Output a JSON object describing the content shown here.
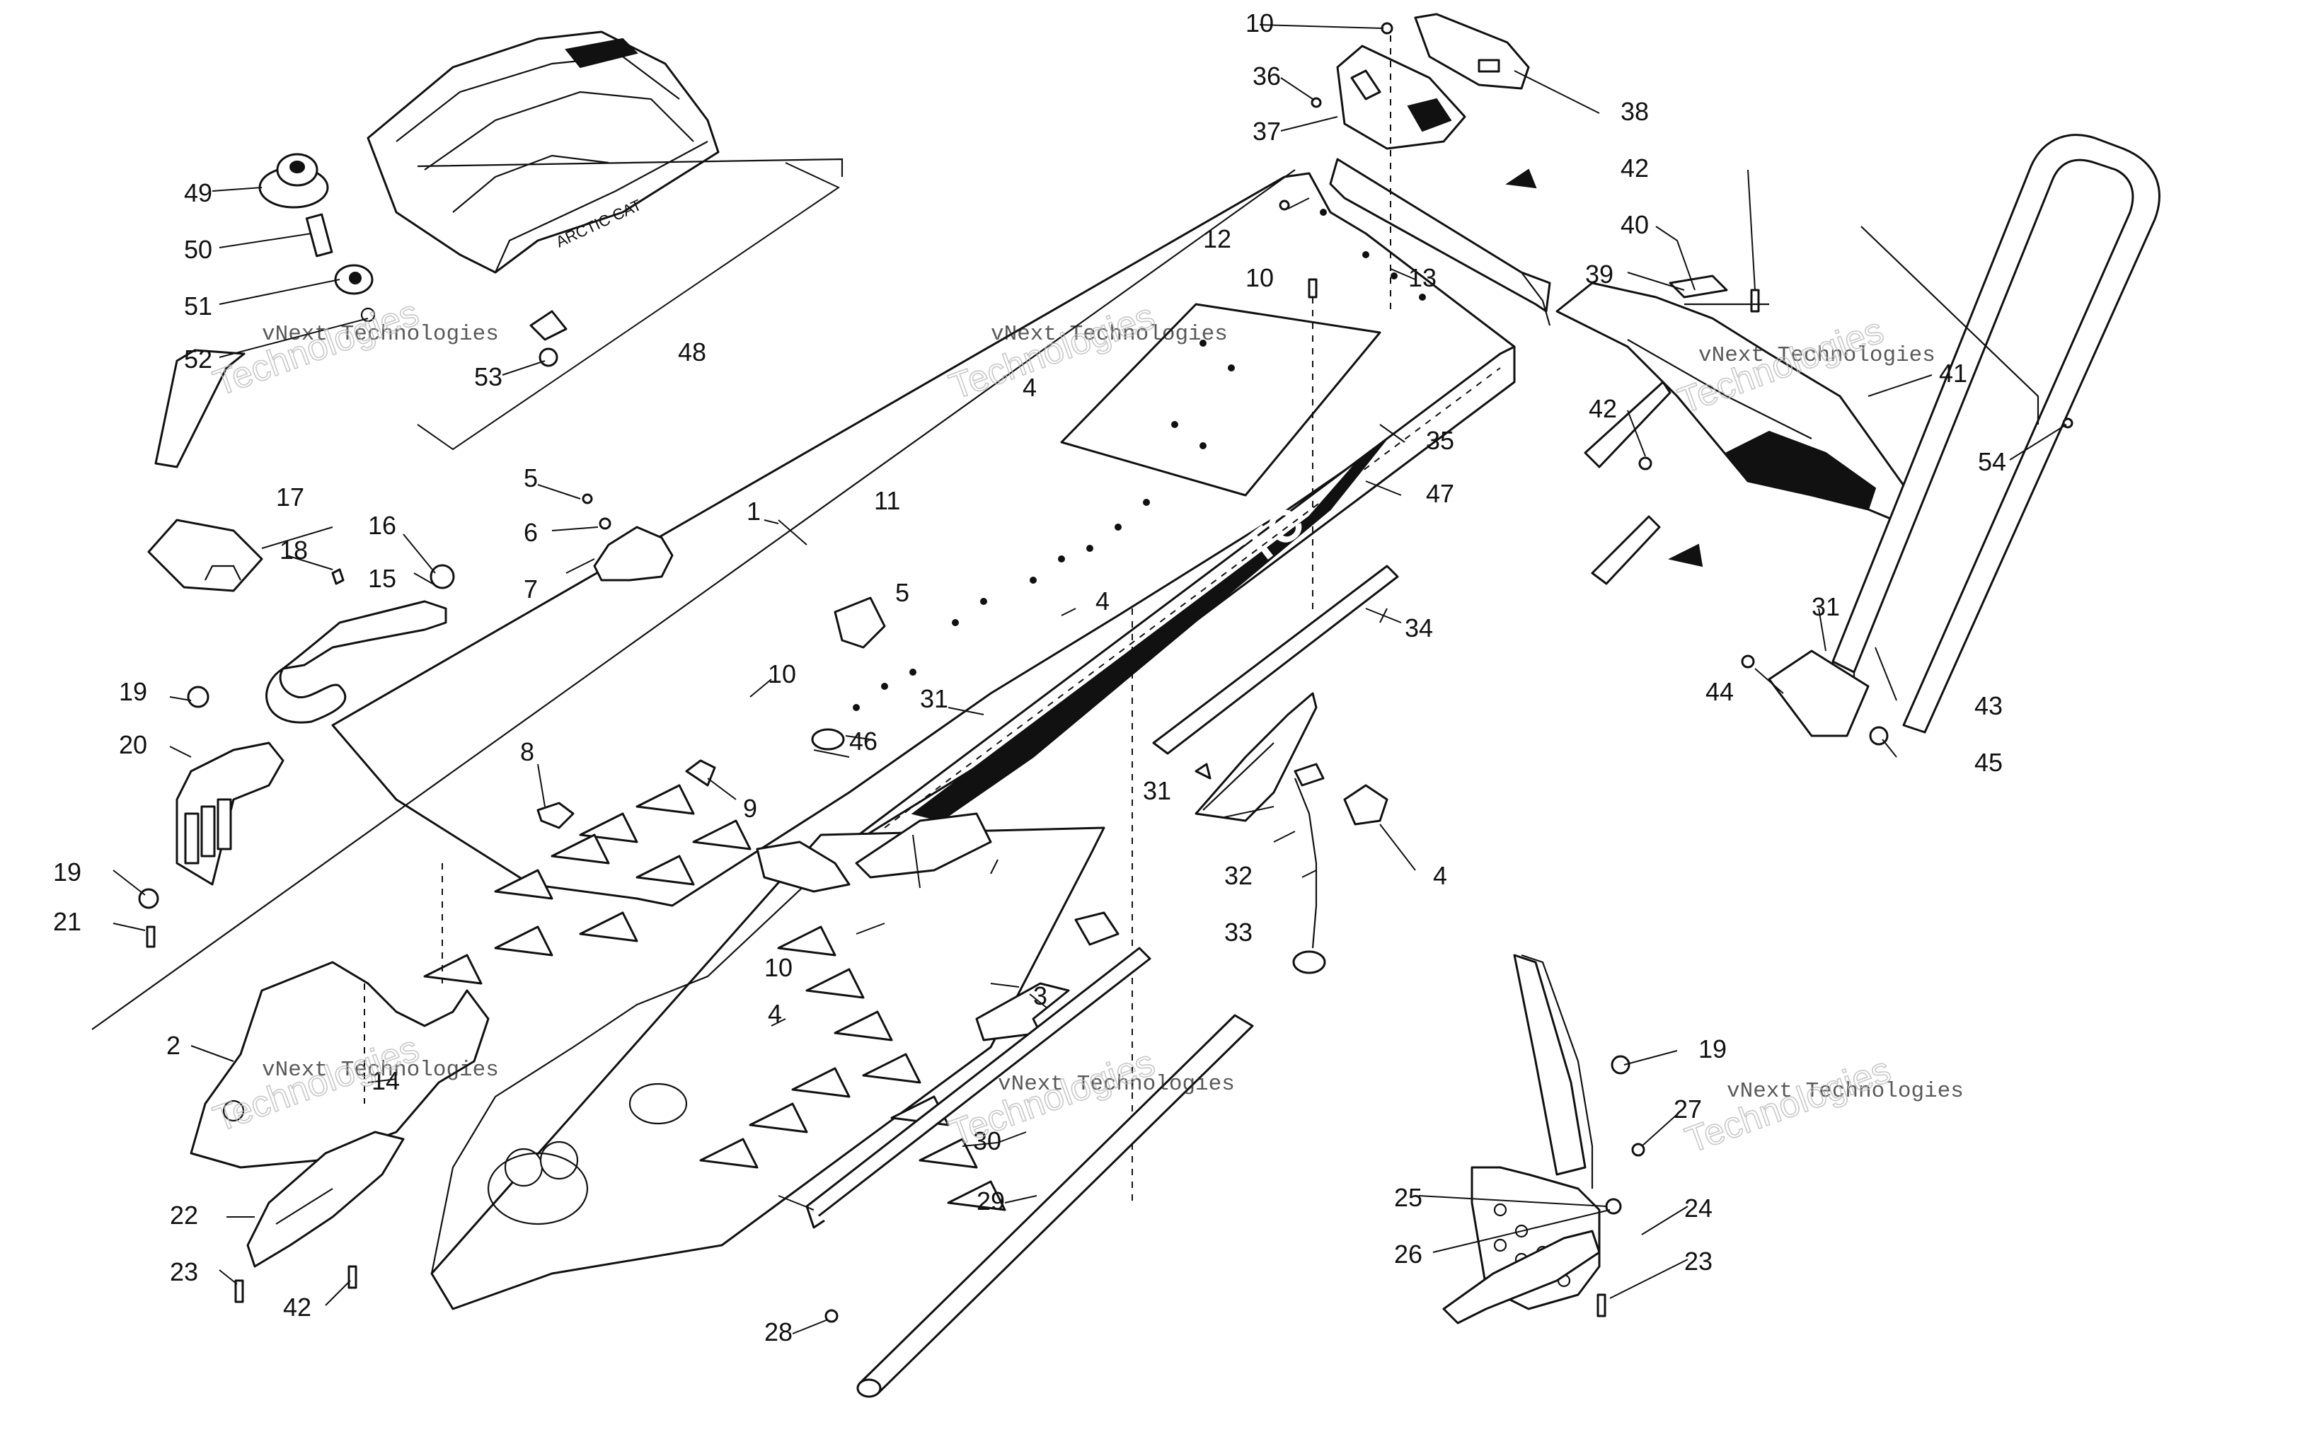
{
  "watermark": {
    "line1": "vNext Technologies",
    "line2": "Technologies"
  },
  "decal_text": {
    "seat_bag_logo": "ARCTIC CAT",
    "tunnel_graphic": "TC"
  },
  "callouts": {
    "c1": "1",
    "c2": "2",
    "c3": "3",
    "c4a": "4",
    "c4b": "4",
    "c4c": "4",
    "c4d": "4",
    "c5a": "5",
    "c5b": "5",
    "c6": "6",
    "c7": "7",
    "c8": "8",
    "c9": "9",
    "c10a": "10",
    "c10b": "10",
    "c10c": "10",
    "c10d": "10",
    "c11": "11",
    "c12": "12",
    "c13": "13",
    "c14": "14",
    "c15": "15",
    "c16": "16",
    "c17": "17",
    "c18": "18",
    "c19a": "19",
    "c19b": "19",
    "c19c": "19",
    "c20": "20",
    "c21": "21",
    "c22": "22",
    "c23a": "23",
    "c23b": "23",
    "c24": "24",
    "c25": "25",
    "c26": "26",
    "c27": "27",
    "c28": "28",
    "c29": "29",
    "c30": "30",
    "c31a": "31",
    "c31b": "31",
    "c31c": "31",
    "c32": "32",
    "c33": "33",
    "c34": "34",
    "c35": "35",
    "c36": "36",
    "c37": "37",
    "c38": "38",
    "c39": "39",
    "c40": "40",
    "c41": "41",
    "c42a": "42",
    "c42b": "42",
    "c42c": "42",
    "c43": "43",
    "c44": "44",
    "c45": "45",
    "c46": "46",
    "c47": "47",
    "c48": "48",
    "c49": "49",
    "c50": "50",
    "c51": "51",
    "c52": "52",
    "c53": "53",
    "c54": "54"
  }
}
